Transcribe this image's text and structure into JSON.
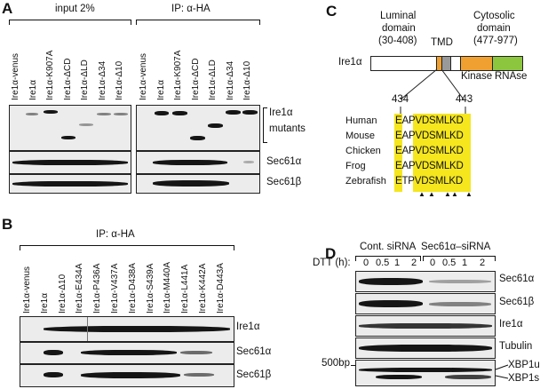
{
  "panels": {
    "a": {
      "letter": "A",
      "group_left": "input 2%",
      "group_right": "IP: α-HA",
      "lanes": [
        "Ire1α-venus",
        "Ire1α",
        "Ire1α-K907A",
        "Ire1α-ΔCD",
        "Ire1α-ΔLD",
        "Ire1α-Δ34",
        "Ire1α-Δ10"
      ],
      "rows": {
        "mutants_line1": "Ire1α",
        "mutants_line2": "mutants",
        "sec61a": "Sec61α",
        "sec61b": "Sec61β"
      }
    },
    "b": {
      "letter": "B",
      "group": "IP: α-HA",
      "lanes": [
        "Ire1α-venus",
        "Ire1α",
        "Ire1α-Δ10",
        "Ire1α-E434A",
        "Ire1α-P436A",
        "Ire1α-V437A",
        "Ire1α-D438A",
        "Ire1α-S439A",
        "Ire1α-M440A",
        "Ire1α-L441A",
        "Ire1α-K442A",
        "Ire1α-D443A"
      ],
      "rows": {
        "ire1a": "Ire1α",
        "sec61a": "Sec61α",
        "sec61b": "Sec61β"
      }
    },
    "c": {
      "letter": "C",
      "luminal_line1": "Luminal",
      "luminal_line2": "domain",
      "luminal_line3": "(30-408)",
      "tmd": "TMD",
      "cyto_line1": "Cytosolic",
      "cyto_line2": "domain",
      "cyto_line3": "(477-977)",
      "protein": "Ire1α",
      "kinase": "Kinase",
      "rnase": "RNAse",
      "pos_start": "434",
      "pos_end": "443",
      "colors": {
        "highlight": "#f5e61e",
        "kinase": "#f0a030",
        "rnase": "#8cc63f",
        "tmd": "#999999",
        "juxta": "#f0a030"
      },
      "alignment": [
        {
          "species": "Human",
          "seq": "EAPVDSMLKD"
        },
        {
          "species": "Mouse",
          "seq": "EAPVDSMLKD"
        },
        {
          "species": "Chicken",
          "seq": "EAPVDSMLKD"
        },
        {
          "species": "Frog",
          "seq": "EAPVDSMLKD"
        },
        {
          "species": "Zebrafish",
          "seq": "ETPVDSMLKD"
        }
      ],
      "marker_symbol": "▲"
    },
    "d": {
      "letter": "D",
      "group_cont": "Cont. siRNA",
      "group_sec": "Sec61α–siRNA",
      "dtt_label": "DTT (h):",
      "dtt_times": [
        "0",
        "0.5",
        "1",
        "2",
        "0",
        "0.5",
        "1",
        "2"
      ],
      "rows": {
        "sec61a": "Sec61α",
        "sec61b": "Sec61β",
        "ire1a": "Ire1α",
        "tubulin": "Tubulin",
        "xbp1u": "XBP1u",
        "xbp1s": "XBP1s"
      },
      "ladder": "500bp"
    }
  }
}
